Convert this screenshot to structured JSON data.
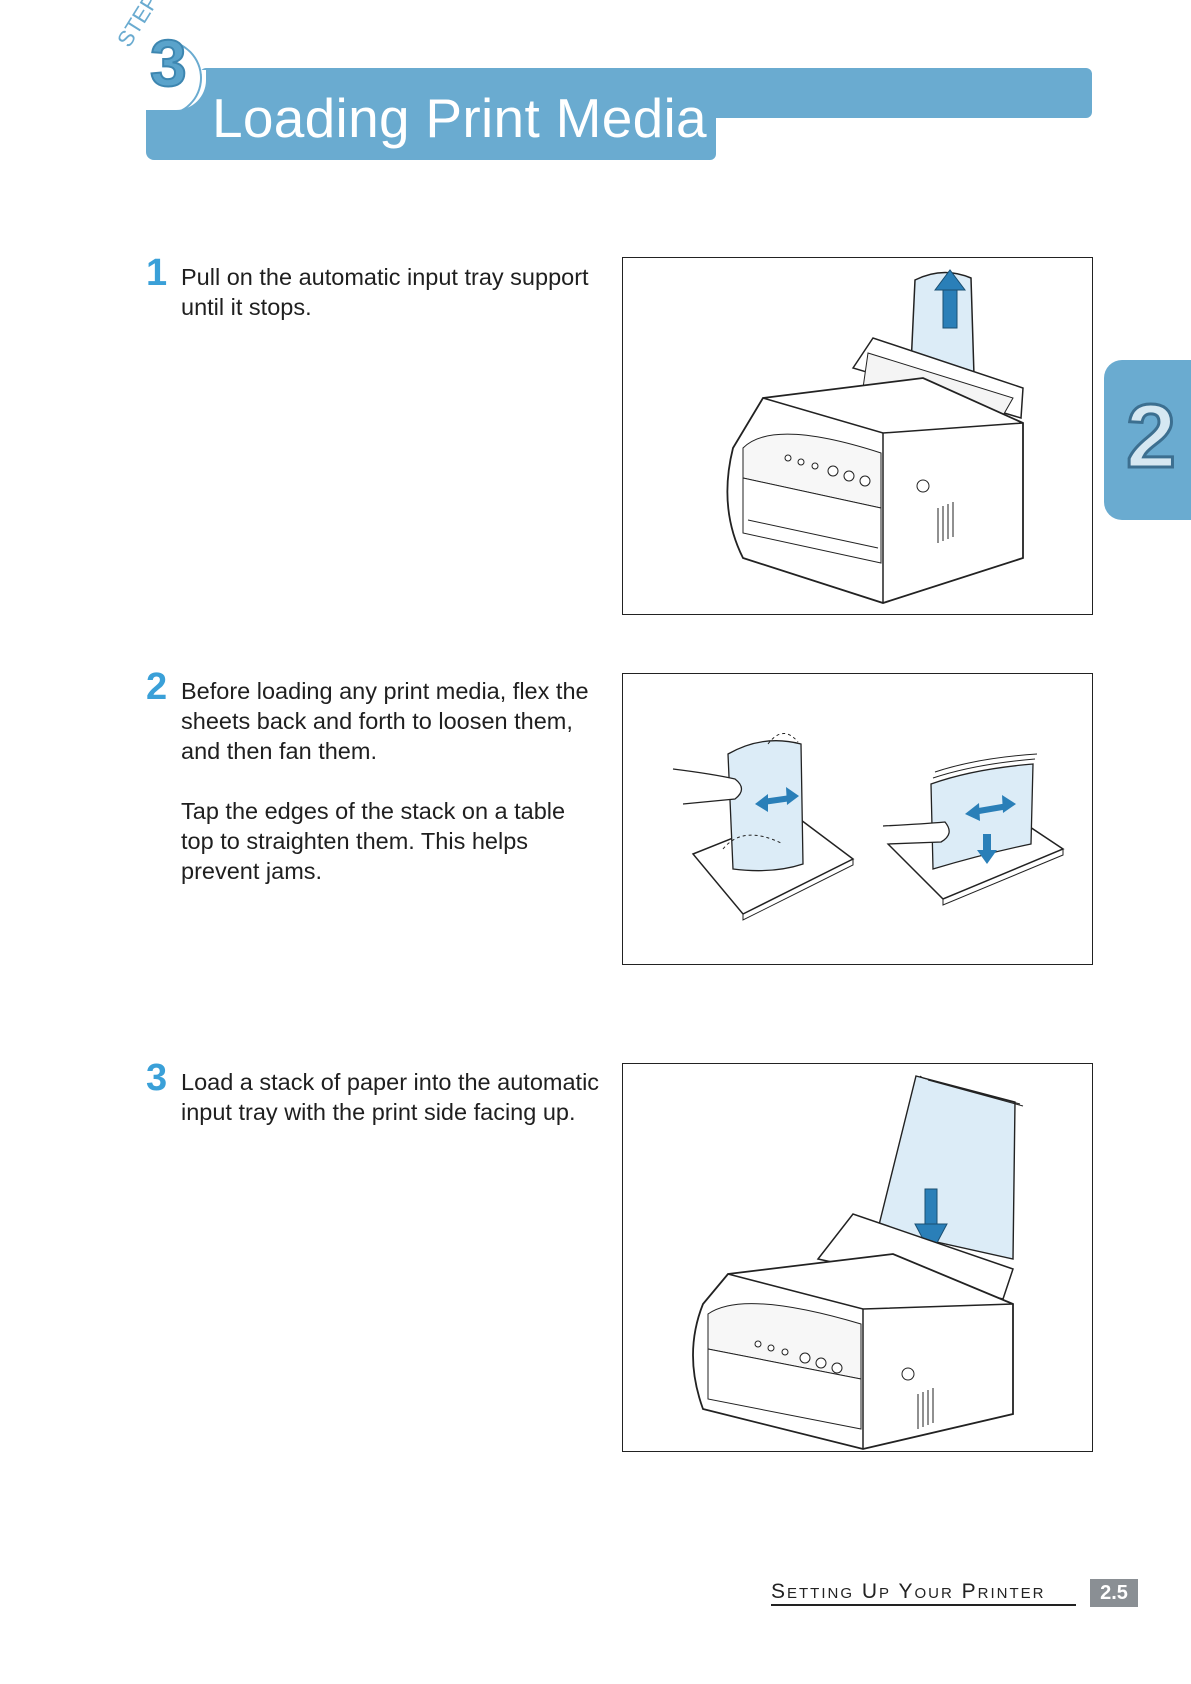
{
  "header": {
    "step_word": "STEP",
    "step_number": "3",
    "title": "Loading Print Media"
  },
  "chapter_tab": {
    "number": "2"
  },
  "steps": [
    {
      "number": "1",
      "paragraphs": [
        "Pull on the automatic input tray support until it stops."
      ]
    },
    {
      "number": "2",
      "paragraphs": [
        "Before loading any print media, flex the sheets back and forth to loosen them, and then fan them.",
        "Tap the edges of the stack on a table top to straighten them. This helps prevent jams."
      ]
    },
    {
      "number": "3",
      "paragraphs": [
        "Load a stack of paper into the automatic input tray with the print side facing up."
      ]
    }
  ],
  "footer": {
    "section_title": "Setting Up Your Printer",
    "page_number": "2.5"
  },
  "colors": {
    "accent": "#6aabd0",
    "step_number": "#3aa0d8",
    "arrow": "#2a7fb8",
    "paper_tint": "#dcecf7"
  }
}
